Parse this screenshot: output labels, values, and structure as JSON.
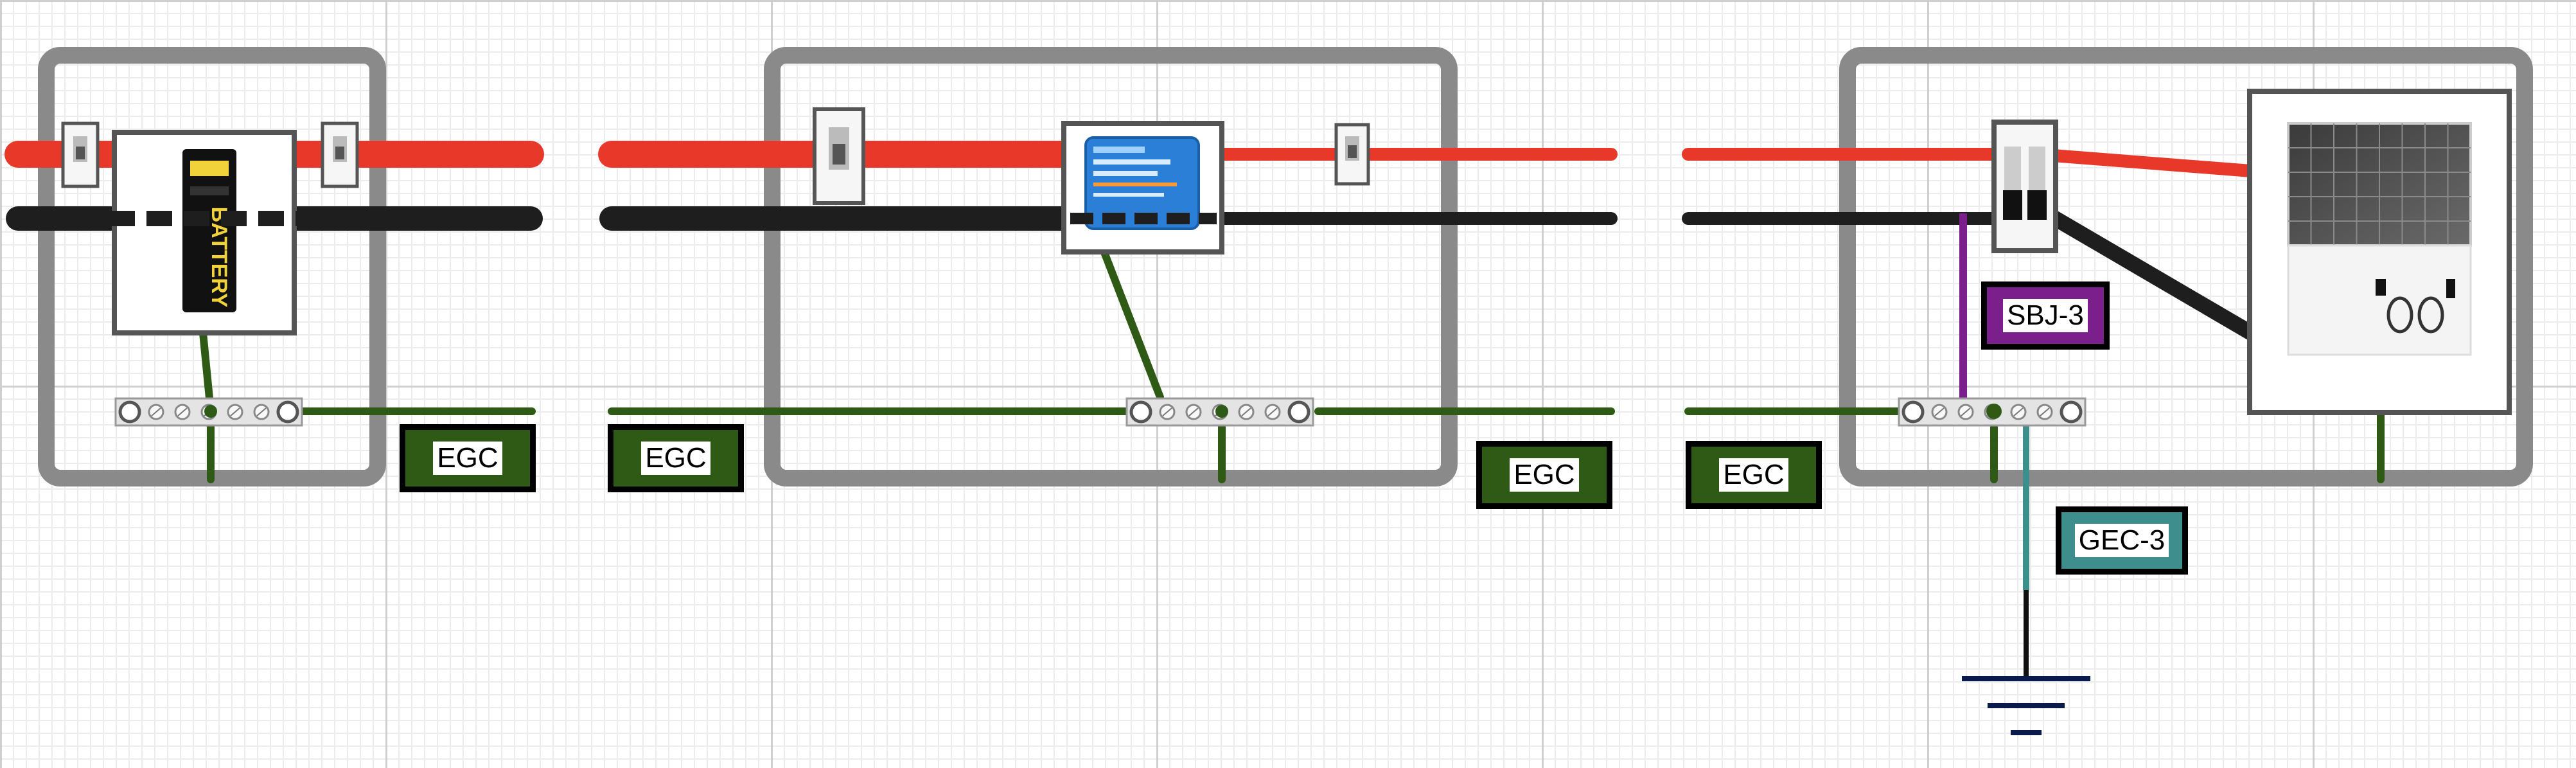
{
  "labels": {
    "egc": "EGC",
    "sbj": "SBJ-3",
    "gec": "GEC-3"
  },
  "colors": {
    "positive": "#e8382a",
    "negative": "#1e1e1e",
    "egc": "#2f5a16",
    "bonding_jumper": "#7a1f8c",
    "gec": "#3e8e8e",
    "enclosure": "#8a8a8a"
  },
  "components": {
    "battery": "battery-icon",
    "charge_controller": "charge-controller-icon",
    "solar_panel": "solar-panel-icon",
    "breaker": "breaker-icon",
    "ground_bar": "ground-bar-icon",
    "earth_ground": "earth-ground-icon"
  }
}
